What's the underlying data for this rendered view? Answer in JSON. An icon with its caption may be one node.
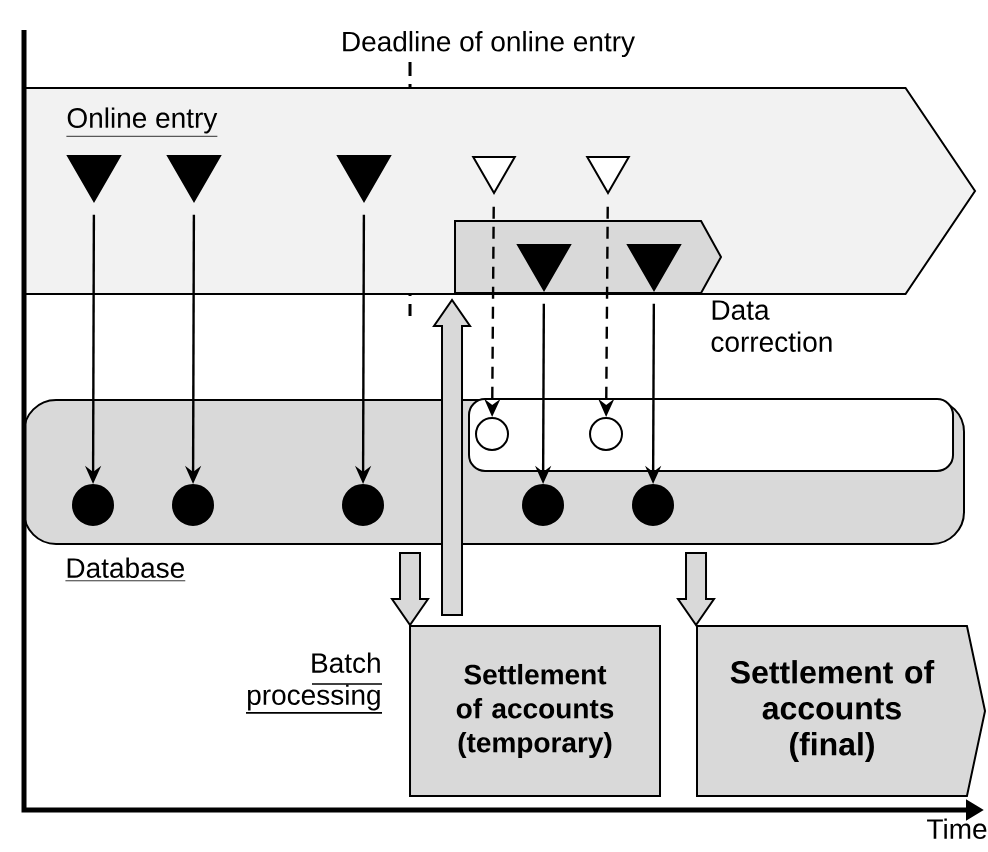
{
  "diagram": {
    "nodes": [
      {
        "text": [
          "Online entry"
        ]
      },
      {
        "text": [
          "Data correction"
        ],
        "in": 0
      },
      {
        "text": [
          "Database"
        ]
      },
      {
        "text": [],
        "shape": "box",
        "in": 2
      },
      {
        "text": [],
        "shape": "triangle",
        "in": 0
      },
      {
        "text": [],
        "shape": "triangle",
        "in": 0
      },
      {
        "text": [],
        "shape": "triangle",
        "in": 0
      },
      {
        "text": [],
        "shape": "triangle",
        "in": 0
      },
      {
        "text": [],
        "shape": "triangle",
        "in": 0
      },
      {
        "text": [],
        "shape": "triangle",
        "in": 1
      },
      {
        "text": [],
        "shape": "triangle",
        "in": 1
      },
      {
        "text": [],
        "shape": "circle",
        "in": 2
      },
      {
        "text": [],
        "shape": "circle",
        "in": 2
      },
      {
        "text": [],
        "shape": "circle",
        "in": 2
      },
      {
        "text": [],
        "shape": "circle",
        "in": 3
      },
      {
        "text": [],
        "shape": "circle",
        "in": 3
      },
      {
        "text": [],
        "shape": "circle",
        "in": 2
      },
      {
        "text": [],
        "shape": "circle",
        "in": 2
      },
      {
        "text": [
          "Settlement of accounts (temporary)"
        ]
      },
      {
        "text": [
          "Settlement of accounts (final)"
        ]
      }
    ],
    "edges": [
      {
        "from": 4,
        "to": 11,
        "arrow": "to"
      },
      {
        "from": 5,
        "to": 12,
        "arrow": "to"
      },
      {
        "from": 6,
        "to": 13,
        "arrow": "to"
      },
      {
        "from": 7,
        "to": 14,
        "arrow": "to",
        "style": "dashed"
      },
      {
        "from": 8,
        "to": 15,
        "arrow": "to",
        "style": "dashed"
      },
      {
        "from": 9,
        "to": 16,
        "arrow": "to"
      },
      {
        "from": 10,
        "to": 17,
        "arrow": "to"
      },
      {
        "from": 2,
        "to": 18,
        "arrow": "to",
        "style": "thick"
      },
      {
        "from": 18,
        "to": 1,
        "arrow": "to",
        "style": "thick"
      },
      {
        "from": 2,
        "to": 19,
        "arrow": "to",
        "style": "thick"
      }
    ],
    "labels": [
      "Deadline of online entry",
      "Batch processing",
      "Time"
    ]
  }
}
